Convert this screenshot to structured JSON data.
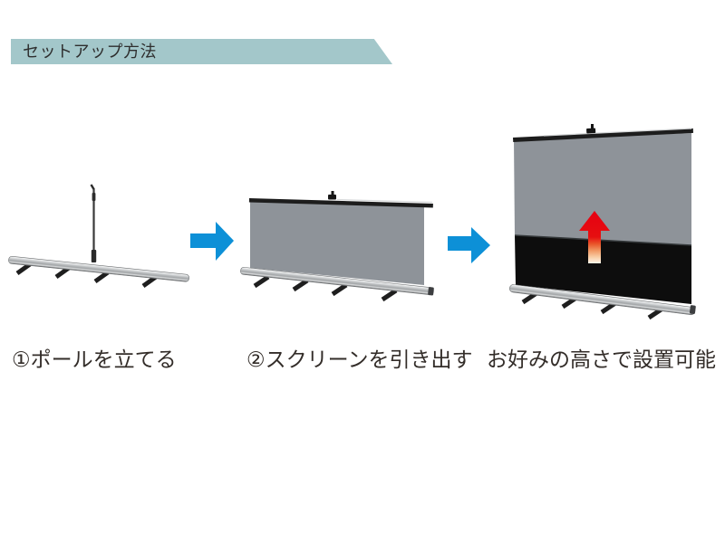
{
  "header": {
    "title": "セットアップ方法"
  },
  "steps": [
    {
      "caption": "①ポールを立てる"
    },
    {
      "caption": "②スクリーンを引き出す"
    },
    {
      "caption": "お好みの高さで設置可能"
    }
  ],
  "icons": {
    "step1_to_step2": "arrow-right-icon",
    "step2_to_step3": "arrow-right-icon",
    "height_adjustable": "arrow-up-icon"
  },
  "colors": {
    "banner_bg": "#a3c7ca",
    "banner_text": "#2e2e2e",
    "caption_text": "#332d29",
    "arrow_blue": "#0d90d7",
    "arrow_red": "#e60012",
    "screen_gray": "#8e9399",
    "screen_black": "#0d0d0d",
    "frame_dark": "#1d1d1d",
    "base_silver": "#c9cbcc"
  }
}
